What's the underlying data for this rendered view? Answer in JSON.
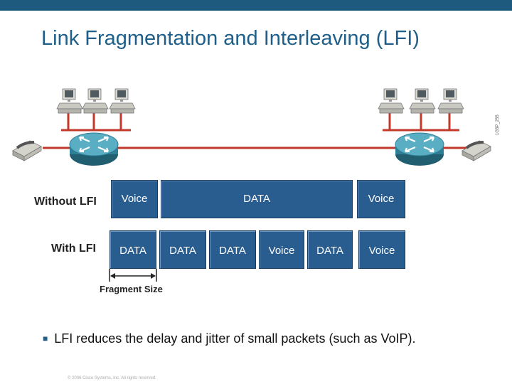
{
  "title": "Link Fragmentation and Interleaving (LFI)",
  "rows": {
    "without": {
      "label": "Without LFI",
      "packets": [
        "Voice",
        "DATA",
        "Voice"
      ]
    },
    "with": {
      "label": "With LFI",
      "packets": [
        "DATA",
        "DATA",
        "DATA",
        "Voice",
        "DATA",
        "Voice"
      ]
    }
  },
  "fragment_size_label": "Fragment Size",
  "bullet": "LFI reduces the delay and jitter of small packets (such as VoIP).",
  "copyright": "© 2006 Cisco Systems, Inc. All rights reserved.",
  "figure_id": "1G5P_255",
  "colors": {
    "accent": "#1f5f8a",
    "packet": "#2a5d8f",
    "router": "#3a8fa8",
    "link": "#c0392b"
  },
  "icons": [
    "router-icon",
    "pc-icon",
    "ip-phone-icon"
  ]
}
